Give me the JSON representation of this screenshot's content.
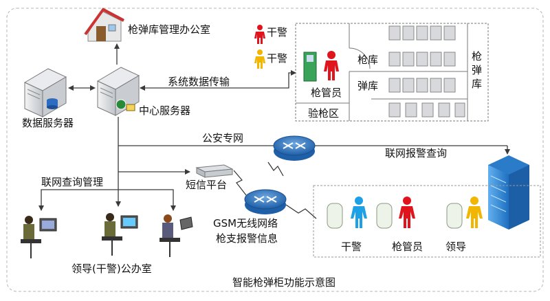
{
  "caption": "智能枪弹柜功能示意图",
  "labels": {
    "office": "枪弹库管理办公室",
    "officer_red": "干警",
    "officer_yellow": "干警",
    "data_transfer": "系统数据传输",
    "data_server": "数据服务器",
    "center_server": "中心服务器",
    "gun_keeper": "枪管员",
    "inspection_area": "验枪区",
    "gun_storage": "枪库",
    "ammo_storage": "弹库",
    "armory": "枪弹库",
    "police_net": "公安专网",
    "network_alarm_query": "联网报警查询",
    "network_query_mgmt": "联网查询管理",
    "sms_platform": "短信平台",
    "gsm_line1": "GSM无线网络",
    "gsm_line2": "枪支报警信息",
    "phone_officer": "干警",
    "phone_keeper": "枪管员",
    "phone_leader": "领导",
    "leader_office": "领导(干警)公办室"
  },
  "colors": {
    "line": "#3a3a3a",
    "frame_dash": "#9a9a9a",
    "router": "#2f6fb5",
    "person_red": "#e0141c",
    "person_yellow": "#f2b500",
    "person_blue": "#1ea0e6",
    "building": "#3a8fd8"
  },
  "icons": [
    "house-icon",
    "data-server-icon",
    "center-server-icon",
    "armory-room",
    "router-icon",
    "sms-device-icon",
    "building-icon",
    "phone-icon",
    "workstation-icon"
  ]
}
